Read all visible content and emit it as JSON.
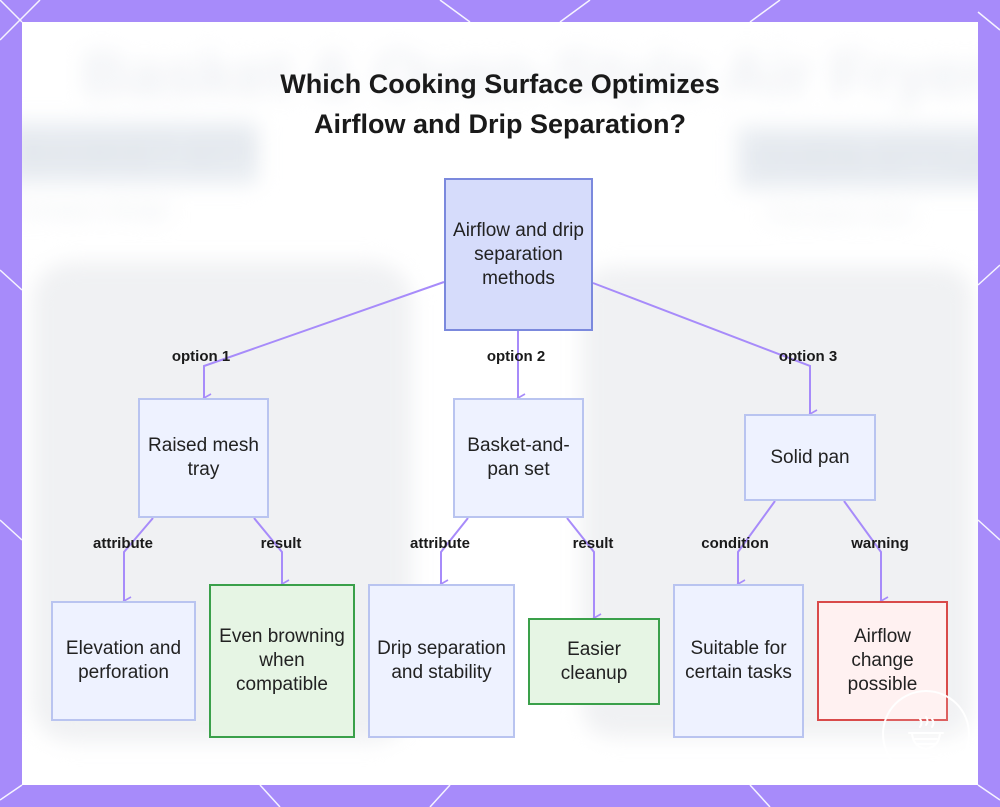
{
  "title_lines": [
    "Which Cooking Surface Optimizes",
    "Airflow and Drip Separation?"
  ],
  "background": {
    "heading": "Basket & Oven-Style Air Fryers",
    "left_tag": "BASKET-STYLE",
    "left_sub": "Compact design",
    "right_tag": "OVEN-STYLE",
    "right_sub": "Pull-down door"
  },
  "nodes": {
    "root": "Airflow and drip separation methods",
    "raised_mesh_tray": "Raised mesh tray",
    "basket_and_pan_set": "Basket-and-pan set",
    "solid_pan": "Solid pan",
    "elevation_and_perforation": "Elevation and perforation",
    "even_browning": "Even browning when compatible",
    "drip_separation_and_stability": "Drip separation and stability",
    "easier_cleanup": "Easier cleanup",
    "suitable_for_certain_tasks": "Suitable for certain tasks",
    "airflow_change_possible": "Airflow change possible"
  },
  "edge_labels": {
    "option1": "option 1",
    "option2": "option 2",
    "option3": "option 3",
    "attribute1": "attribute",
    "result1": "result",
    "attribute2": "attribute",
    "result2": "result",
    "condition": "condition",
    "warning": "warning"
  },
  "colors": {
    "frame": "#a78bfa",
    "edge": "#a78bfa",
    "root_fill": "#d6dcfb",
    "node_fill": "#eef2ff",
    "result_border": "#3aa04a",
    "warning_border": "#d94a4a"
  },
  "icons": {
    "watermark": "cooking-pot-icon"
  }
}
